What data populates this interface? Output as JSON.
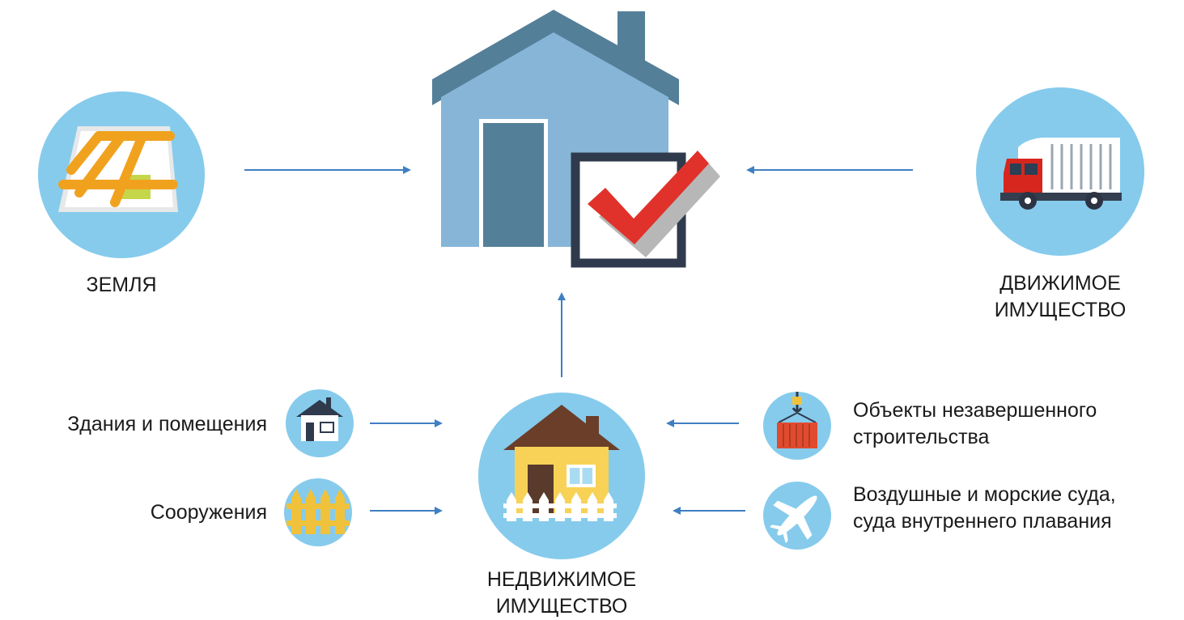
{
  "labels": {
    "land": "ЗЕМЛЯ",
    "movable_line1": "ДВИЖИМОЕ",
    "movable_line2": "ИМУЩЕСТВО",
    "realty_line1": "НЕДВИЖИМОЕ",
    "realty_line2": "ИМУЩЕСТВО",
    "buildings": "Здания и помещения",
    "structures": "Сооружения",
    "unfinished_line1": "Объекты незавершенного",
    "unfinished_line2": "строительства",
    "vessels_line1": "Воздушные и морские суда,",
    "vessels_line2": "суда внутреннего плавания"
  },
  "icons": {
    "main": "house-checkmark-icon",
    "land": "map-icon",
    "movable": "truck-icon",
    "realty": "house-fence-icon",
    "buildings": "small-house-icon",
    "structures": "fence-icon",
    "unfinished": "crane-container-icon",
    "vessels": "airplane-icon"
  },
  "colors": {
    "circle": "#86cbec",
    "arrow": "#3f7fc2",
    "house_wall": "#86b5d8",
    "house_roof": "#547f98",
    "check": "#e0322b"
  }
}
